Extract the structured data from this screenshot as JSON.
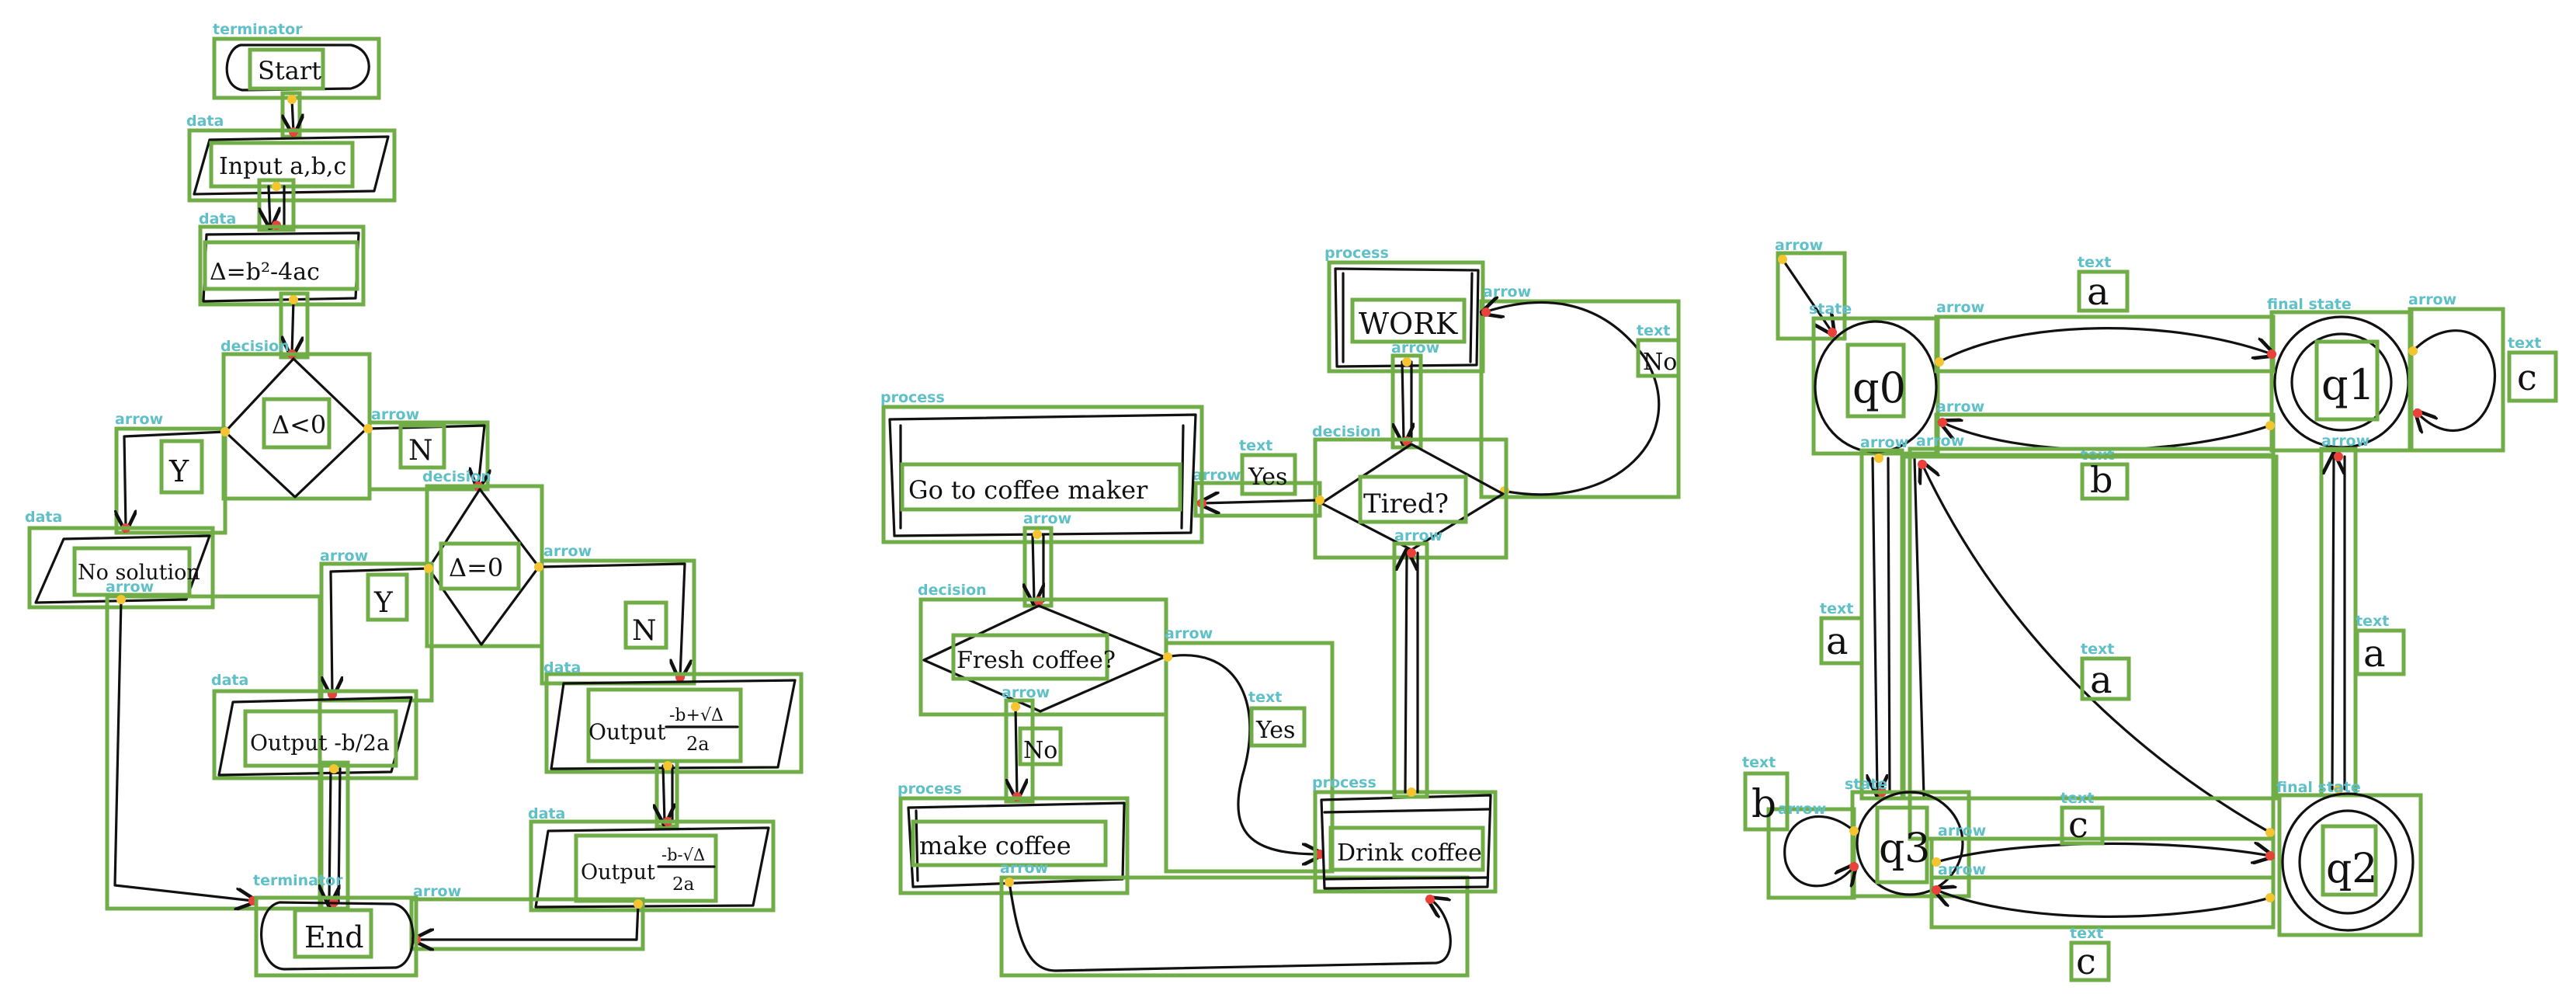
{
  "colors": {
    "box": "#70ad47",
    "annotation": "#5fc0c8",
    "ink": "#111111",
    "arrow_head": "#e8423a",
    "arrow_tail": "#f4c431"
  },
  "category_labels": {
    "terminator": "terminator",
    "data": "data",
    "decision": "decision",
    "process": "process",
    "arrow": "arrow",
    "text": "text",
    "state": "state",
    "final_state": "final state"
  },
  "flowchart1": {
    "start": "Start",
    "input": "Input a,b,c",
    "delta": "Δ=b²-4ac",
    "cond1": "Δ<0",
    "yes1": "Y",
    "no1": "N",
    "no_solution": "No solution",
    "cond2": "Δ=0",
    "yes2": "Y",
    "no2": "N",
    "out1": "Output -b/2a",
    "out2_word": "Output",
    "out2_num": "-b+√Δ",
    "out2_den": "2a",
    "out3_word": "Output",
    "out3_num": "-b-√Δ",
    "out3_den": "2a",
    "end": "End"
  },
  "flowchart2": {
    "work": "WORK",
    "tired": "Tired?",
    "no": "No",
    "yes1": "Yes",
    "go_coffee": "Go to coffee maker",
    "fresh": "Fresh coffee?",
    "no2": "No",
    "yes2": "Yes",
    "make": "make coffee",
    "drink": "Drink coffee"
  },
  "automaton": {
    "q0": "q0",
    "q1": "q1",
    "q2": "q2",
    "q3": "q3",
    "labels": {
      "top": "a",
      "mid_top": "b",
      "self_q1": "c",
      "left": "a",
      "diag": "a",
      "right": "a",
      "self_q3": "b",
      "bottom_upper": "c",
      "bottom_lower": "c"
    }
  }
}
